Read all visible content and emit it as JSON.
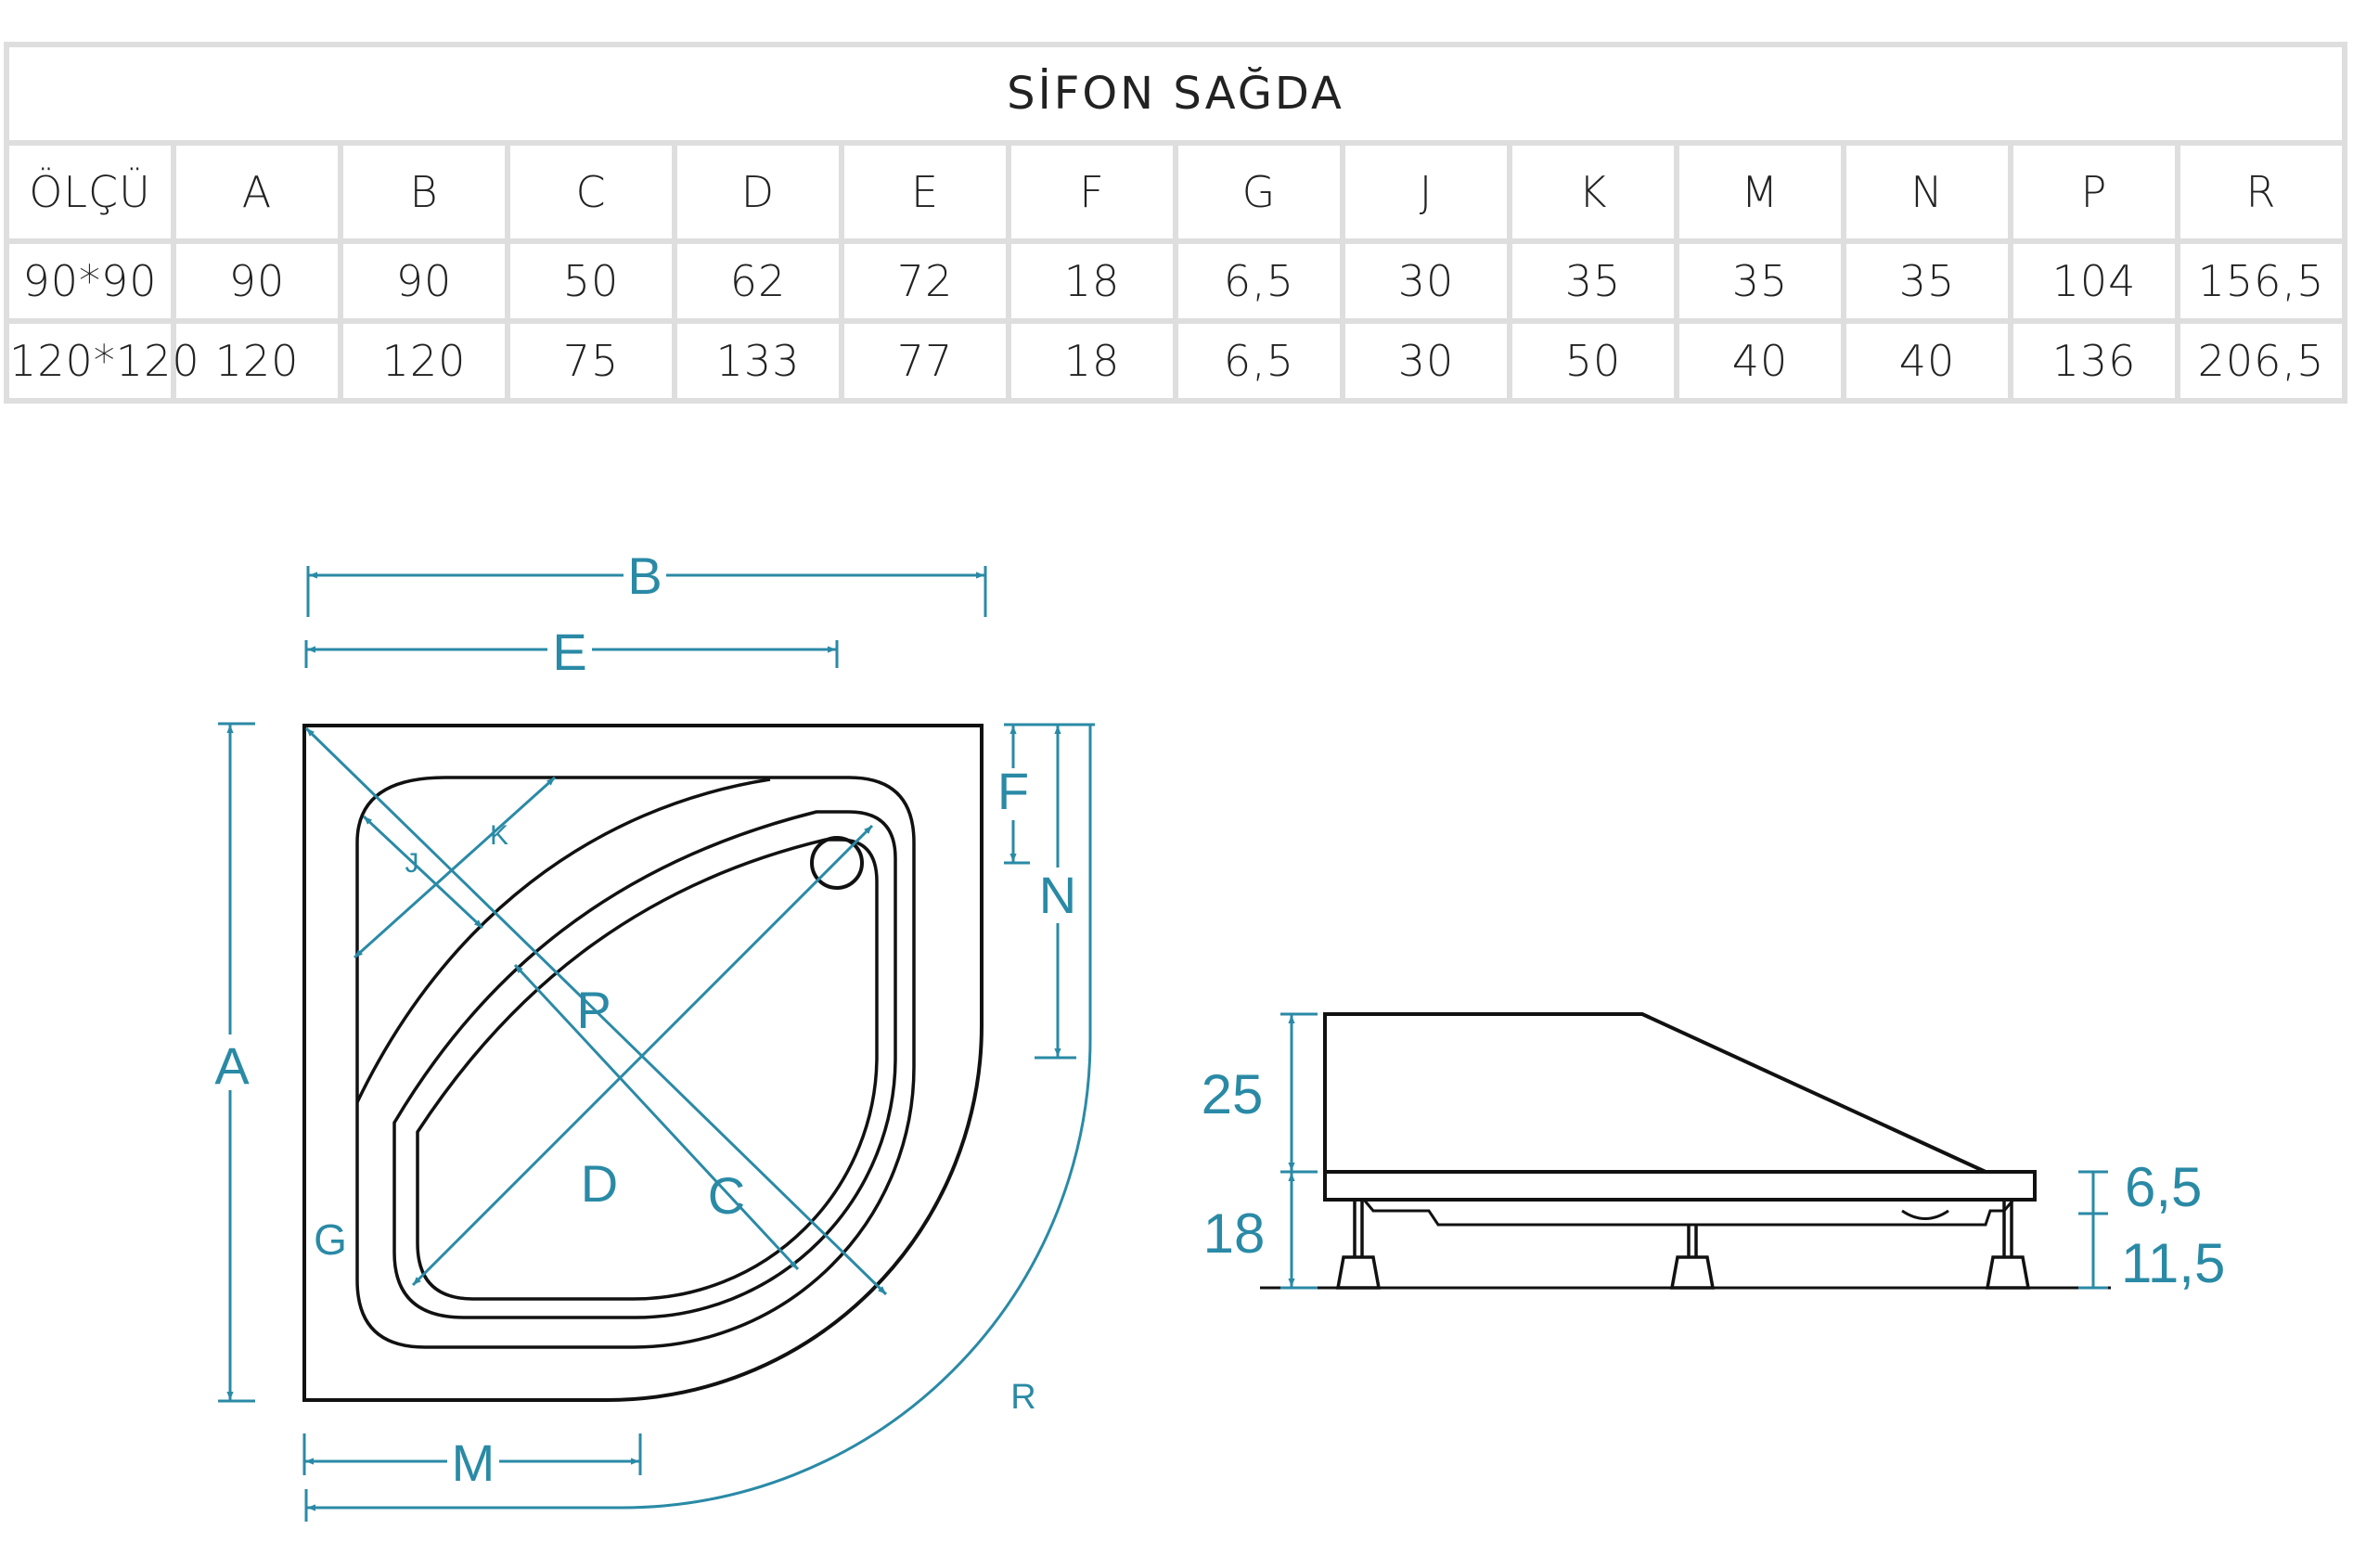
{
  "table": {
    "title": "SİFON SAĞDA",
    "headers": [
      "ÖLÇÜ",
      "A",
      "B",
      "C",
      "D",
      "E",
      "F",
      "G",
      "J",
      "K",
      "M",
      "N",
      "P",
      "R"
    ],
    "rows": [
      [
        "90*90",
        "90",
        "90",
        "50",
        "62",
        "72",
        "18",
        "6,5",
        "30",
        "35",
        "35",
        "35",
        "104",
        "156,5"
      ],
      [
        "120*120",
        "120",
        "120",
        "75",
        "133",
        "77",
        "18",
        "6,5",
        "30",
        "50",
        "40",
        "40",
        "136",
        "206,5"
      ]
    ]
  },
  "top_view": {
    "labels": {
      "A": "A",
      "B": "B",
      "C": "C",
      "D": "D",
      "E": "E",
      "F": "F",
      "G": "G",
      "J": "J",
      "K": "K",
      "M": "M",
      "N": "N",
      "P": "P",
      "R": "R"
    }
  },
  "side_view": {
    "labels": {
      "height_body": "25",
      "height_legs": "18",
      "rim": "6,5",
      "foot": "11,5"
    }
  },
  "colors": {
    "dimension": "#2a8aa6",
    "outline": "#111111",
    "table_border": "#dedede",
    "text": "#222222"
  }
}
